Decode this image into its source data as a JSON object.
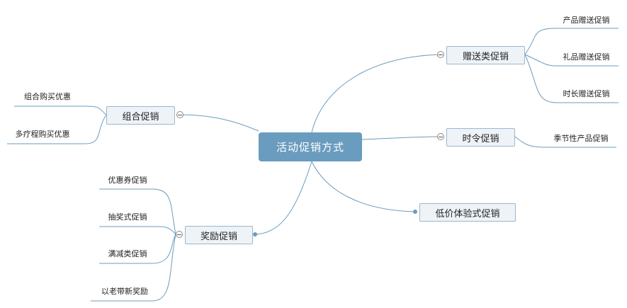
{
  "mindmap": {
    "root": "活动促销方式",
    "branches": [
      {
        "label": "赠送类促销",
        "children": [
          "产品赠送促销",
          "礼品赠送促销",
          "时长赠送促销"
        ]
      },
      {
        "label": "时令促销",
        "children": [
          "季节性产品促销"
        ]
      },
      {
        "label": "低价体验式促销",
        "children": []
      },
      {
        "label": "奖励促销",
        "children": [
          "优惠券促销",
          "抽奖式促销",
          "满减类促销",
          "以老带新奖励"
        ]
      },
      {
        "label": "组合促销",
        "children": [
          "组合购买优惠",
          "多疗程购买优惠"
        ]
      }
    ]
  },
  "colors": {
    "connector": "#6a9cbf",
    "root_fill": "#6a9cbf",
    "node_fill": "#eef3f8",
    "node_border": "#9cb7cc"
  }
}
